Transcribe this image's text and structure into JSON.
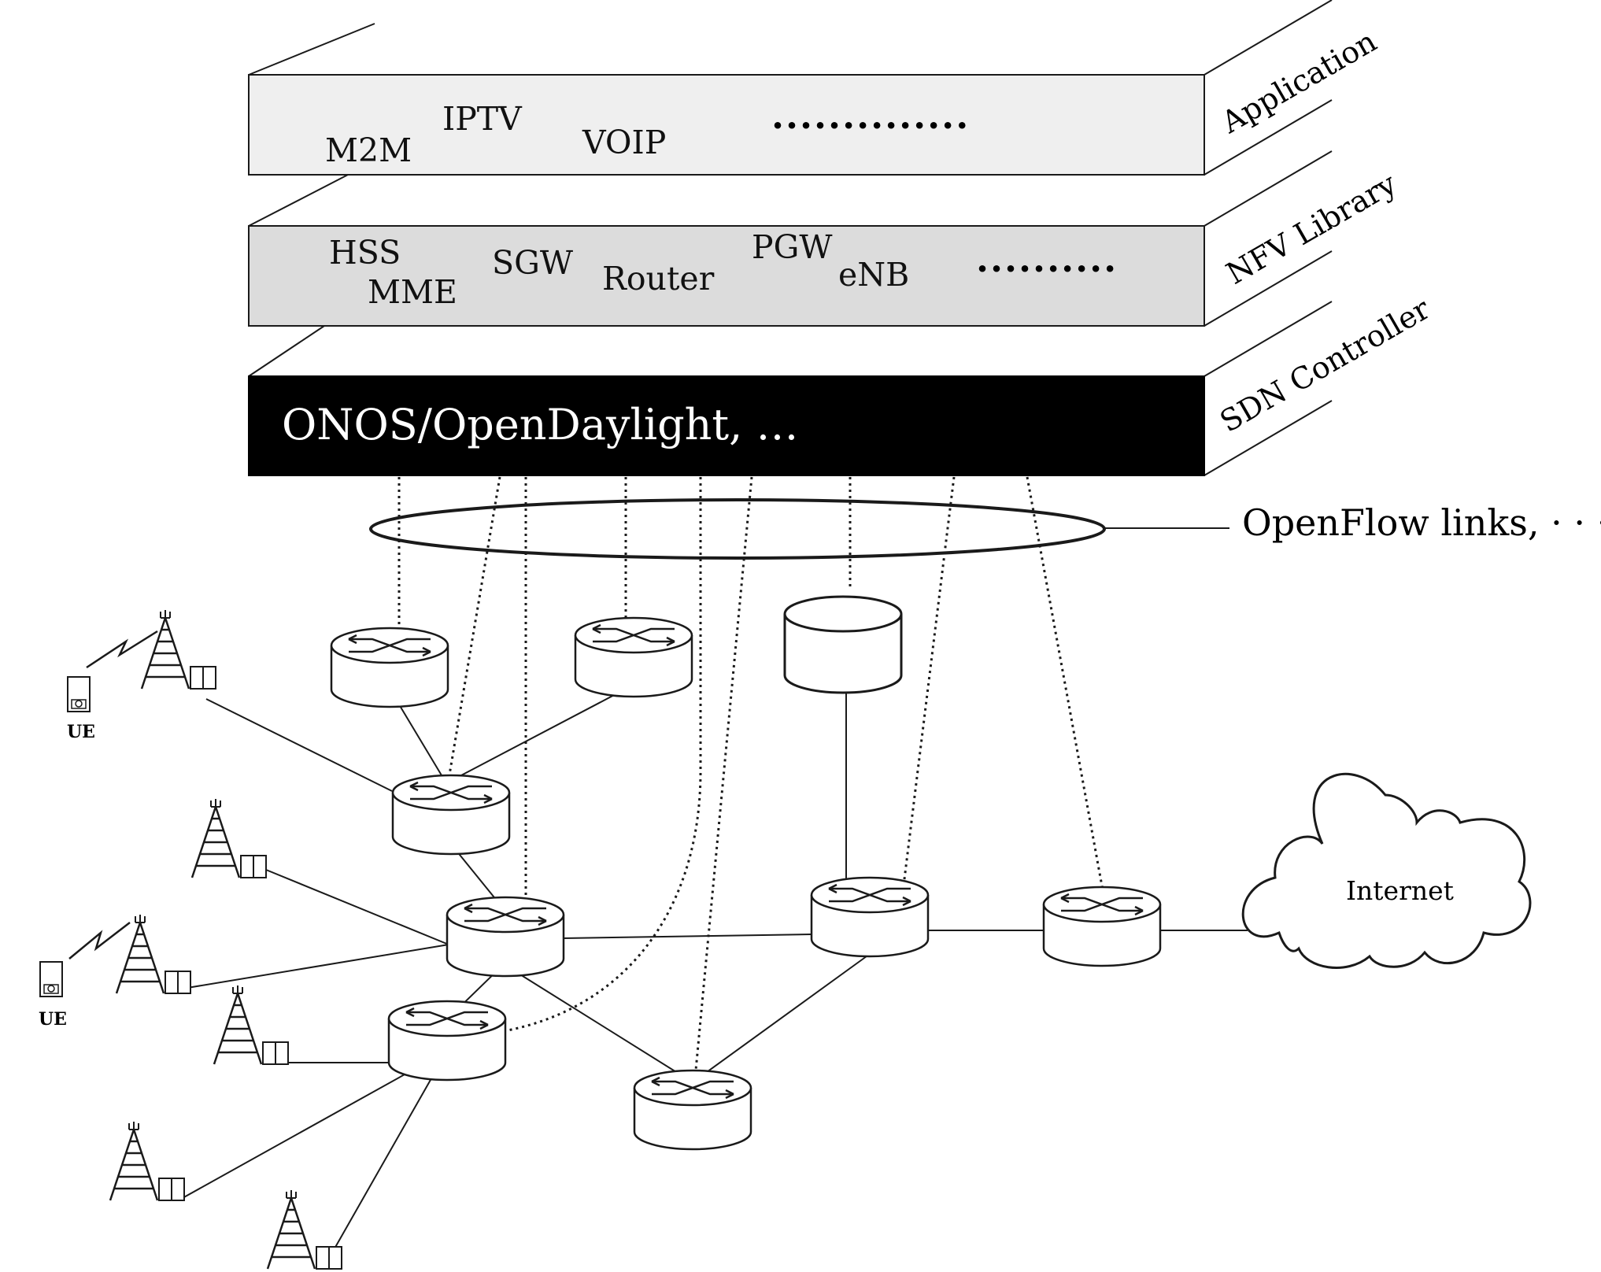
{
  "layers": {
    "application": {
      "side_label": "Application",
      "items": [
        "M2M",
        "IPTV",
        "VOIP"
      ],
      "ellipsis": "..............",
      "fill": "#efefef"
    },
    "nfv": {
      "side_label": "NFV Library",
      "items": [
        "HSS",
        "MME",
        "SGW",
        "Router",
        "PGW",
        "eNB"
      ],
      "ellipsis": "..........",
      "fill": "#dcdcdc"
    },
    "sdn": {
      "side_label": "SDN Controller",
      "text": "ONOS/OpenDaylight, …",
      "fill": "#000000"
    }
  },
  "openflow": {
    "label": "OpenFlow links, · · ·"
  },
  "ue_label": "UE",
  "internet_label": "Internet"
}
